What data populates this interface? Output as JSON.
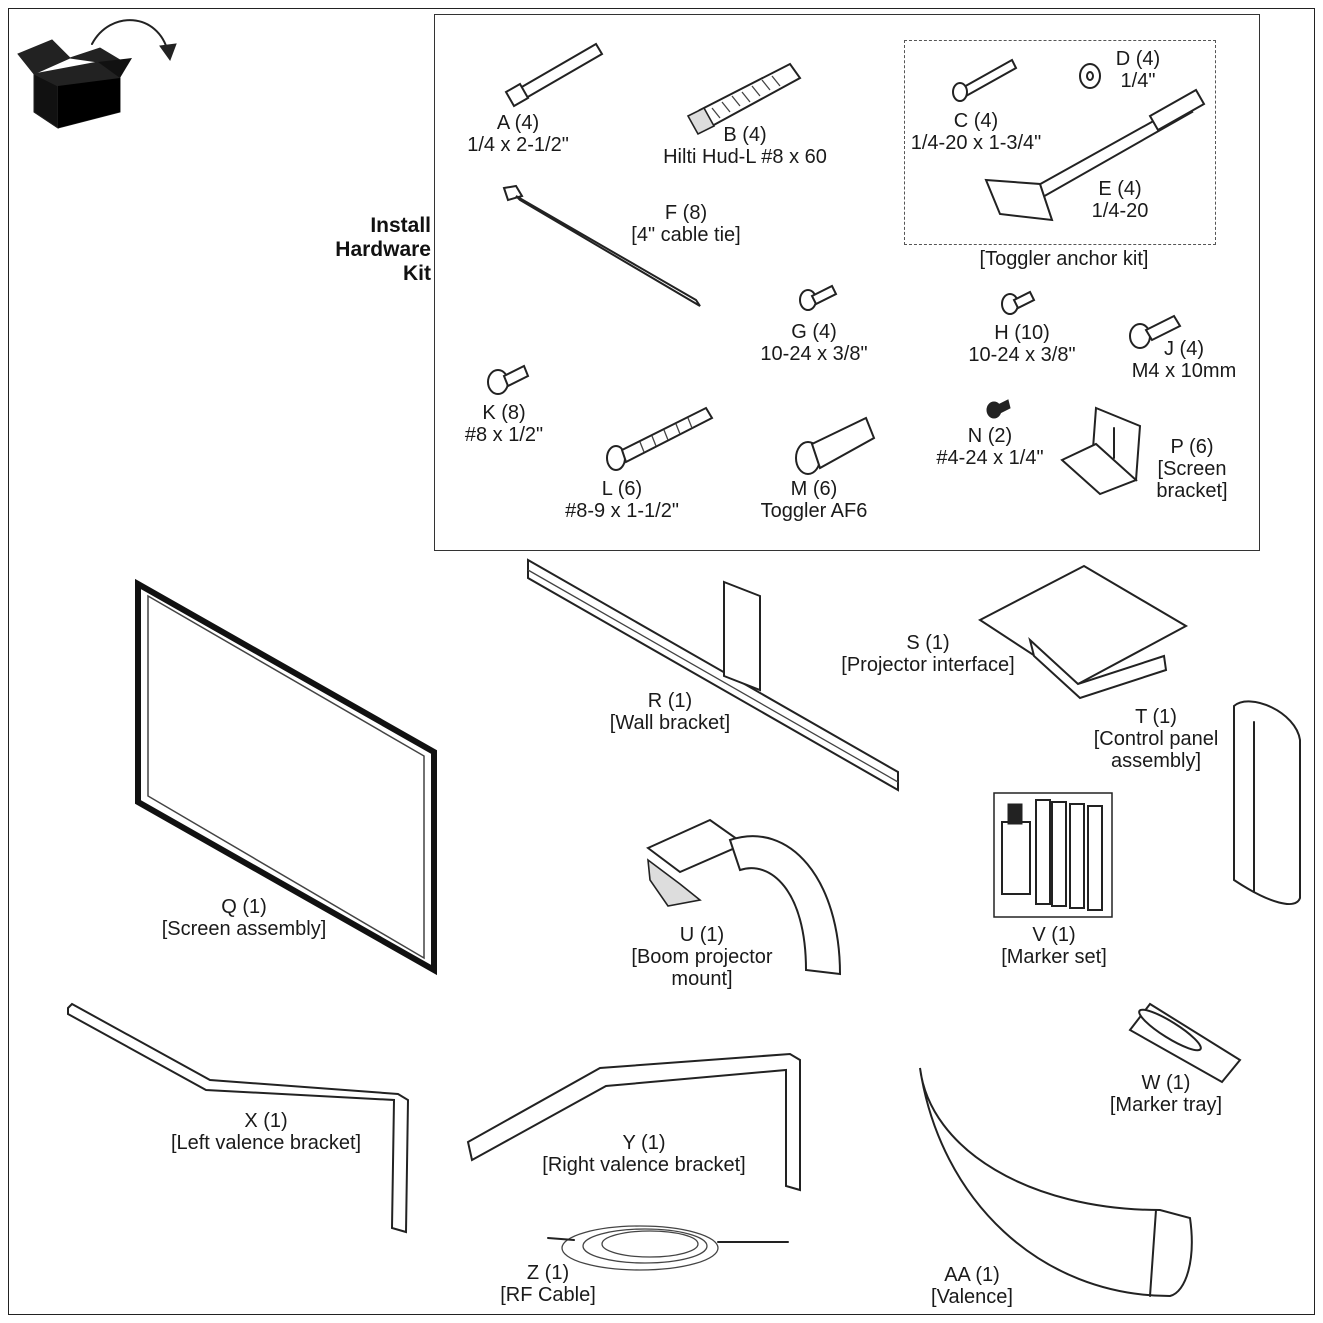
{
  "kit_title": {
    "line1": "Install",
    "line2": "Hardware",
    "line3": "Kit"
  },
  "parts": {
    "A": {
      "id": "A (4)",
      "desc": "1/4 x 2-1/2\""
    },
    "B": {
      "id": "B (4)",
      "desc": "Hilti Hud-L #8 x 60"
    },
    "C": {
      "id": "C (4)",
      "desc": "1/4-20 x 1-3/4\""
    },
    "D": {
      "id": "D (4)",
      "desc": "1/4\""
    },
    "E": {
      "id": "E (4)",
      "desc": "1/4-20"
    },
    "toggler_kit": "[Toggler anchor kit]",
    "F": {
      "id": "F (8)",
      "desc": "[4\" cable tie]"
    },
    "G": {
      "id": "G (4)",
      "desc": "10-24 x 3/8\""
    },
    "H": {
      "id": "H (10)",
      "desc": "10-24 x 3/8\""
    },
    "J": {
      "id": "J (4)",
      "desc": "M4 x 10mm"
    },
    "K": {
      "id": "K (8)",
      "desc": "#8 x 1/2\""
    },
    "L": {
      "id": "L (6)",
      "desc": "#8-9 x 1-1/2\""
    },
    "M": {
      "id": "M (6)",
      "desc": "Toggler AF6"
    },
    "N": {
      "id": "N (2)",
      "desc": "#4-24 x 1/4\""
    },
    "P": {
      "id": "P (6)",
      "desc1": "[Screen",
      "desc2": "bracket]"
    },
    "Q": {
      "id": "Q (1)",
      "desc": "[Screen assembly]"
    },
    "R": {
      "id": "R (1)",
      "desc": "[Wall bracket]"
    },
    "S": {
      "id": "S (1)",
      "desc": "[Projector interface]"
    },
    "T": {
      "id": "T (1)",
      "desc1": "[Control panel",
      "desc2": "assembly]"
    },
    "U": {
      "id": "U (1)",
      "desc1": "[Boom projector",
      "desc2": "mount]"
    },
    "V": {
      "id": "V (1)",
      "desc": "[Marker set]"
    },
    "W": {
      "id": "W (1)",
      "desc": "[Marker tray]"
    },
    "X": {
      "id": "X (1)",
      "desc": "[Left valence bracket]"
    },
    "Y": {
      "id": "Y (1)",
      "desc": "[Right valence bracket]"
    },
    "Z": {
      "id": "Z (1)",
      "desc": "[RF Cable]"
    },
    "AA": {
      "id": "AA (1)",
      "desc": "[Valence]"
    }
  },
  "icons": {
    "unbox": "open-box-icon",
    "arrow": "curved-arrow-icon"
  }
}
